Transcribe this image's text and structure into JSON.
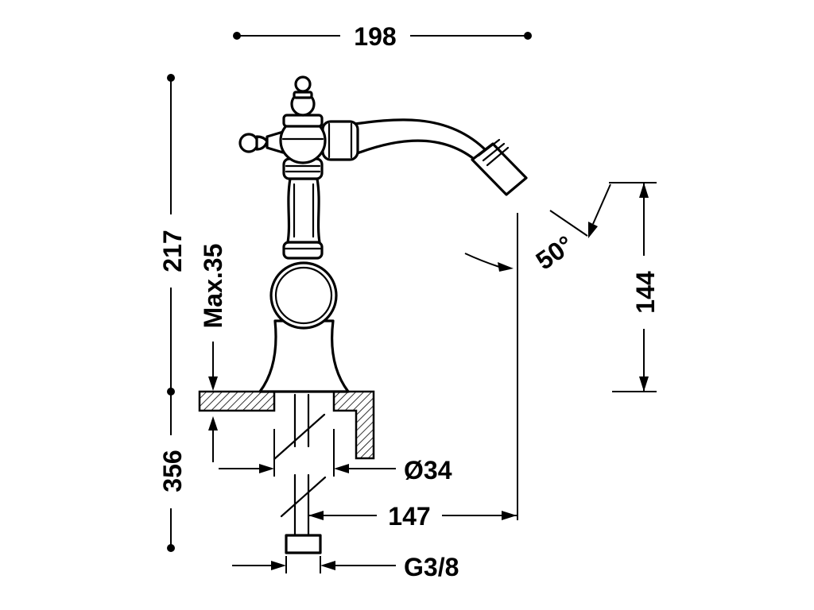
{
  "dimensions": {
    "width": "198",
    "total_height": "217",
    "max_deck": "Max.35",
    "shank_length": "356",
    "spout_height": "144",
    "spout_angle": "50°",
    "hole_diameter": "Ø34",
    "spout_reach": "147",
    "thread": "G3/8"
  },
  "colors": {
    "line": "#000000",
    "background": "#ffffff"
  }
}
